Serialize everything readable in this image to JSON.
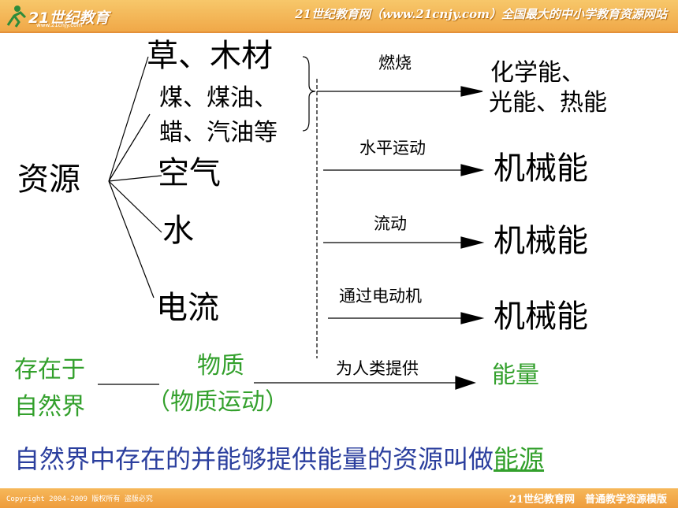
{
  "header": {
    "logo_text": "21世纪教育",
    "logo_url": "www.21cnjy.com",
    "slogan": "21世纪教育网（www.21cnjy.com）全国最大的中小学教育资源网站"
  },
  "diagram": {
    "root": "资源",
    "resources": [
      "草、木材",
      "煤、煤油、",
      "蜡、汽油等",
      "空气",
      "水",
      "电流"
    ],
    "processes": [
      "燃烧",
      "水平运动",
      "流动",
      "通过电动机"
    ],
    "outputs": [
      "化学能、",
      "光能、热能",
      "机械能",
      "机械能",
      "机械能"
    ],
    "exists_in": [
      "存在于",
      "自然界"
    ],
    "matter": "物质",
    "matter_motion": "（物质运动）",
    "provides": "为人类提供",
    "energy": "能量"
  },
  "definition": {
    "text": "自然界中存在的并能够提供能量的资源叫做",
    "term": "能源"
  },
  "footer": {
    "copyright": "Copyright 2004-2009 版权所有 盗版必究",
    "brand": "21世纪教育网　普通教学资源模版"
  },
  "colors": {
    "header": "#f0a848",
    "green": "#33a02c",
    "blue": "#2b3f9e"
  }
}
